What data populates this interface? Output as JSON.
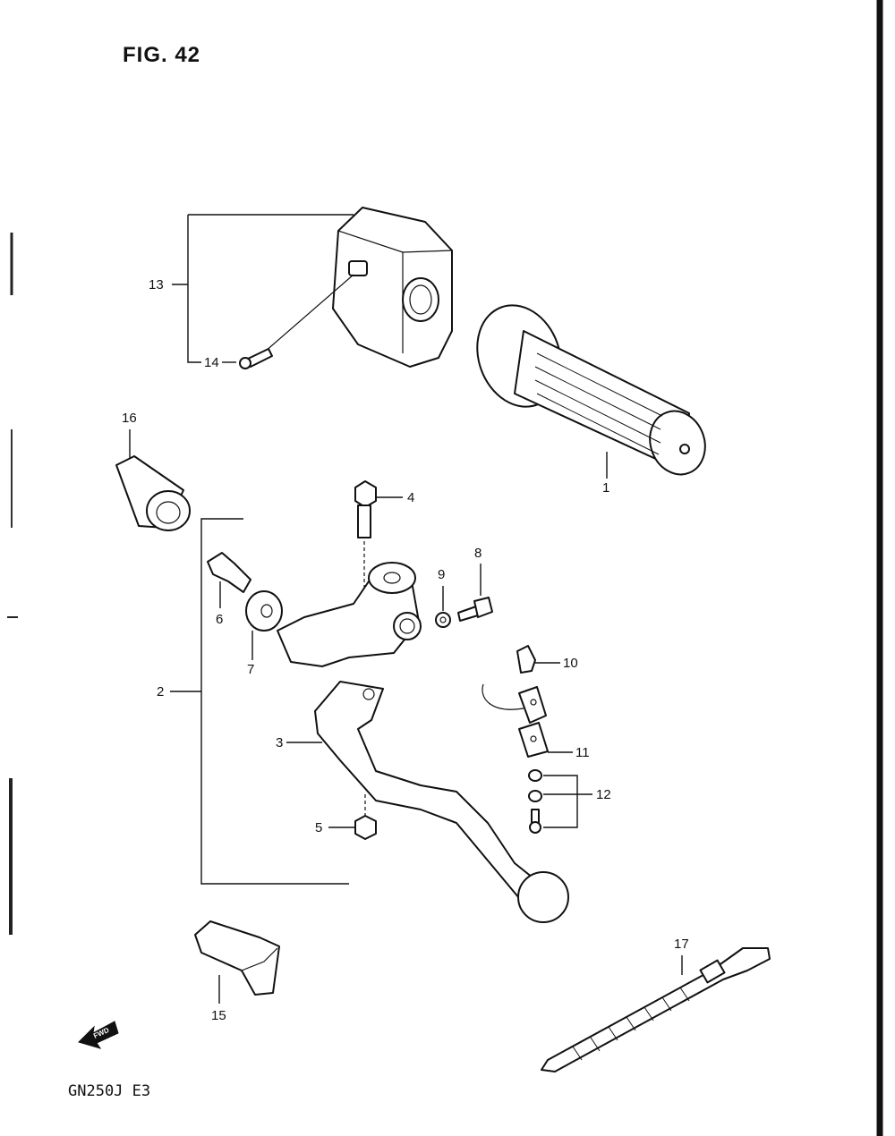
{
  "figure": {
    "title": "FIG. 42",
    "model": "GN250J  E3",
    "fwd_badge": "FWD"
  },
  "callouts": {
    "c1": "1",
    "c2": "2",
    "c3": "3",
    "c4": "4",
    "c5": "5",
    "c6": "6",
    "c7": "7",
    "c8": "8",
    "c9": "9",
    "c10": "10",
    "c11": "11",
    "c12": "12",
    "c13": "13",
    "c14": "14",
    "c15": "15",
    "c16": "16",
    "c17": "17"
  },
  "parts": [
    {
      "ref": "1",
      "name": "grip"
    },
    {
      "ref": "2",
      "name": "lever assembly"
    },
    {
      "ref": "3",
      "name": "lever"
    },
    {
      "ref": "4",
      "name": "bolt"
    },
    {
      "ref": "5",
      "name": "nut"
    },
    {
      "ref": "6",
      "name": "adjuster"
    },
    {
      "ref": "7",
      "name": "lock nut"
    },
    {
      "ref": "8",
      "name": "screw"
    },
    {
      "ref": "9",
      "name": "washer"
    },
    {
      "ref": "10",
      "name": "switch"
    },
    {
      "ref": "11",
      "name": "clamp"
    },
    {
      "ref": "12",
      "name": "screw / nut"
    },
    {
      "ref": "13",
      "name": "switch housing"
    },
    {
      "ref": "14",
      "name": "screw"
    },
    {
      "ref": "15",
      "name": "cover"
    },
    {
      "ref": "16",
      "name": "cable boot"
    },
    {
      "ref": "17",
      "name": "cable band"
    }
  ]
}
